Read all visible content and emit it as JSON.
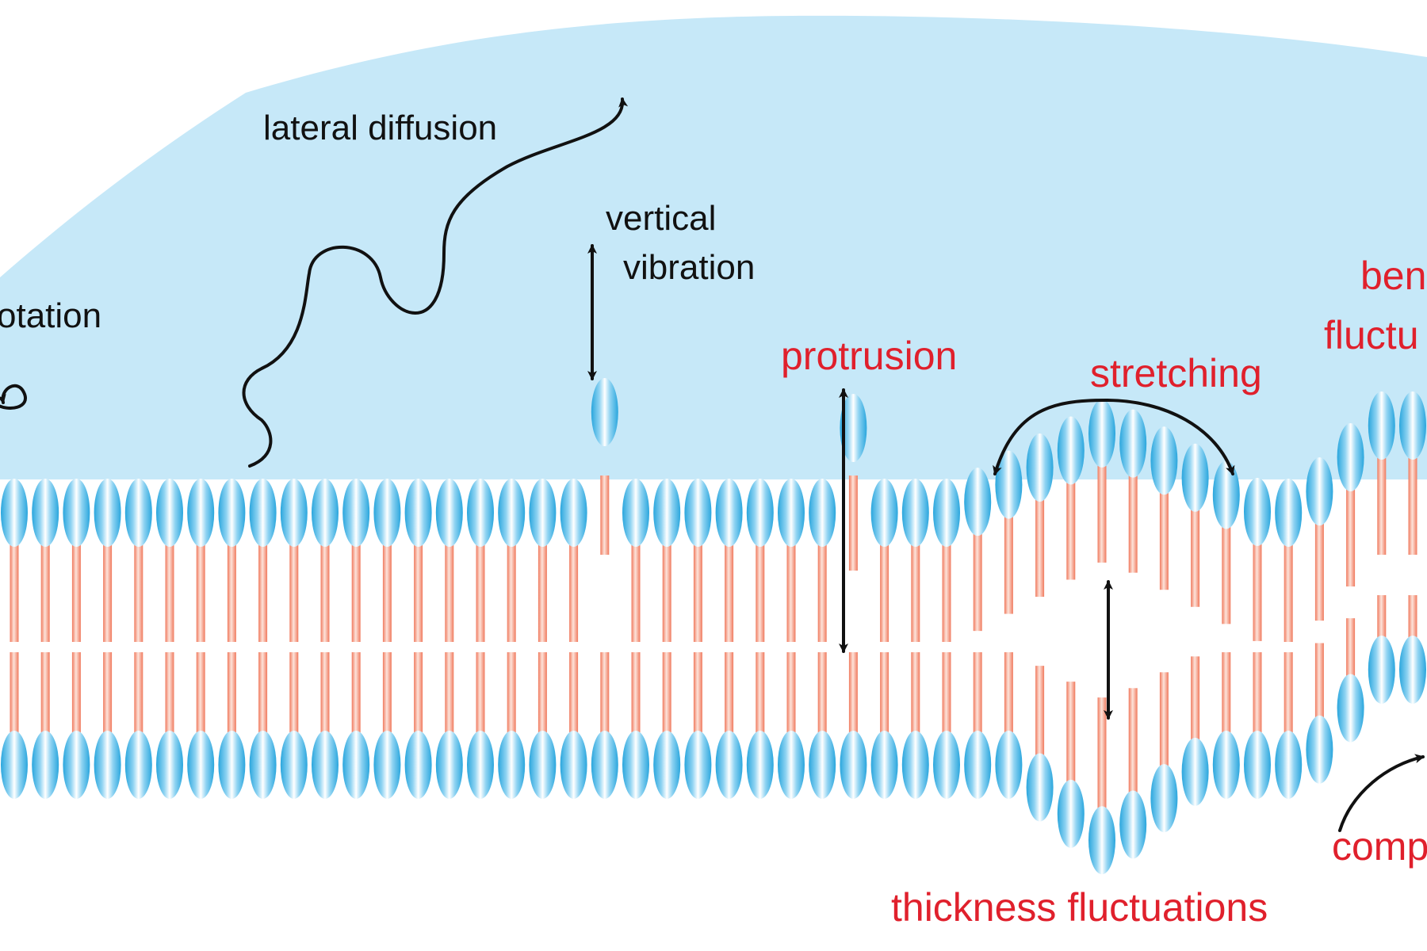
{
  "labels": {
    "rotation": "otation",
    "lateral_diffusion": "lateral diffusion",
    "vertical_line1": "vertical",
    "vertical_line2": "vibration",
    "protrusion": "protrusion",
    "stretching": "stretching",
    "bending_line1": "ben",
    "bending_line2": "fluctu",
    "compression": "comp",
    "thickness": "thickness fluctuations"
  },
  "colors": {
    "water": "#c6e8f8",
    "head_edge": "#2aa6dd",
    "head_center": "#ffffff",
    "tail": "#f07a5e",
    "tail_highlight": "#fde3da",
    "arrow": "#111111",
    "text_black": "#111111",
    "text_red": "#e0202c",
    "background": "#ffffff"
  }
}
